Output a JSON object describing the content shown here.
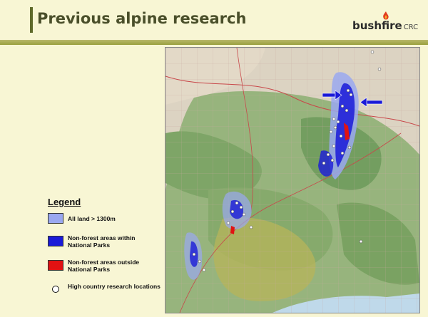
{
  "header": {
    "title": "Previous alpine research",
    "logo_text": "bushfire",
    "logo_crc": "CRC",
    "logo_icon": "flame-icon"
  },
  "legend": {
    "title": "Legend",
    "items": [
      {
        "label": "All land > 1300m",
        "color": "#9aa8f0",
        "kind": "swatch"
      },
      {
        "label": "Non-forest areas within National Parks",
        "color": "#1a1ad8",
        "kind": "swatch"
      },
      {
        "label": "Non-forest areas outside National Parks",
        "color": "#e11212",
        "kind": "swatch"
      },
      {
        "label": "High country research locations",
        "color": "#ffffff",
        "kind": "circle"
      }
    ]
  },
  "map": {
    "annotation_arrows": [
      "arrow-right-icon",
      "arrow-left-icon"
    ]
  },
  "colors": {
    "background": "#f8f6d4",
    "title": "#4a4f2a",
    "band": "#9aa03e"
  }
}
